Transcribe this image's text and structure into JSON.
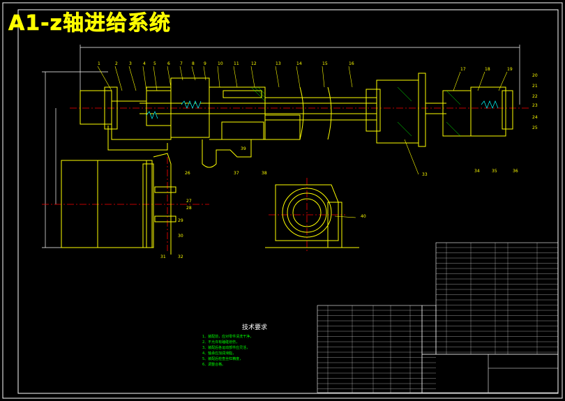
{
  "title": "A1-z轴进给系统",
  "part_labels": [
    "1",
    "2",
    "3",
    "4",
    "5",
    "6",
    "7",
    "8",
    "9",
    "10",
    "11",
    "12",
    "13",
    "14",
    "15",
    "16",
    "17",
    "18",
    "19",
    "20",
    "21",
    "22",
    "23",
    "24",
    "25",
    "26",
    "27",
    "28",
    "29",
    "30",
    "31",
    "32",
    "33",
    "34",
    "35",
    "36",
    "37",
    "38",
    "39",
    "40"
  ],
  "tech_requirements": {
    "heading": "技术要求",
    "items": [
      "1、装配前，应对零件清洗干净，",
      "2、不允许有磕碰划伤，",
      "3、装配后各运动部件应灵活，",
      "4、轴承应加润滑脂，",
      "5、装配后检查丝杠精度，",
      "6、调整合格。"
    ]
  },
  "colors": {
    "background": "#000000",
    "frame": "#ffffff",
    "part_lines": "#ffff00",
    "centerline": "#ff0000",
    "table_lines": "#ffffff",
    "table_text": "#00ff00",
    "springs": "#00ffff",
    "balloon_labels": "#ffff00"
  }
}
